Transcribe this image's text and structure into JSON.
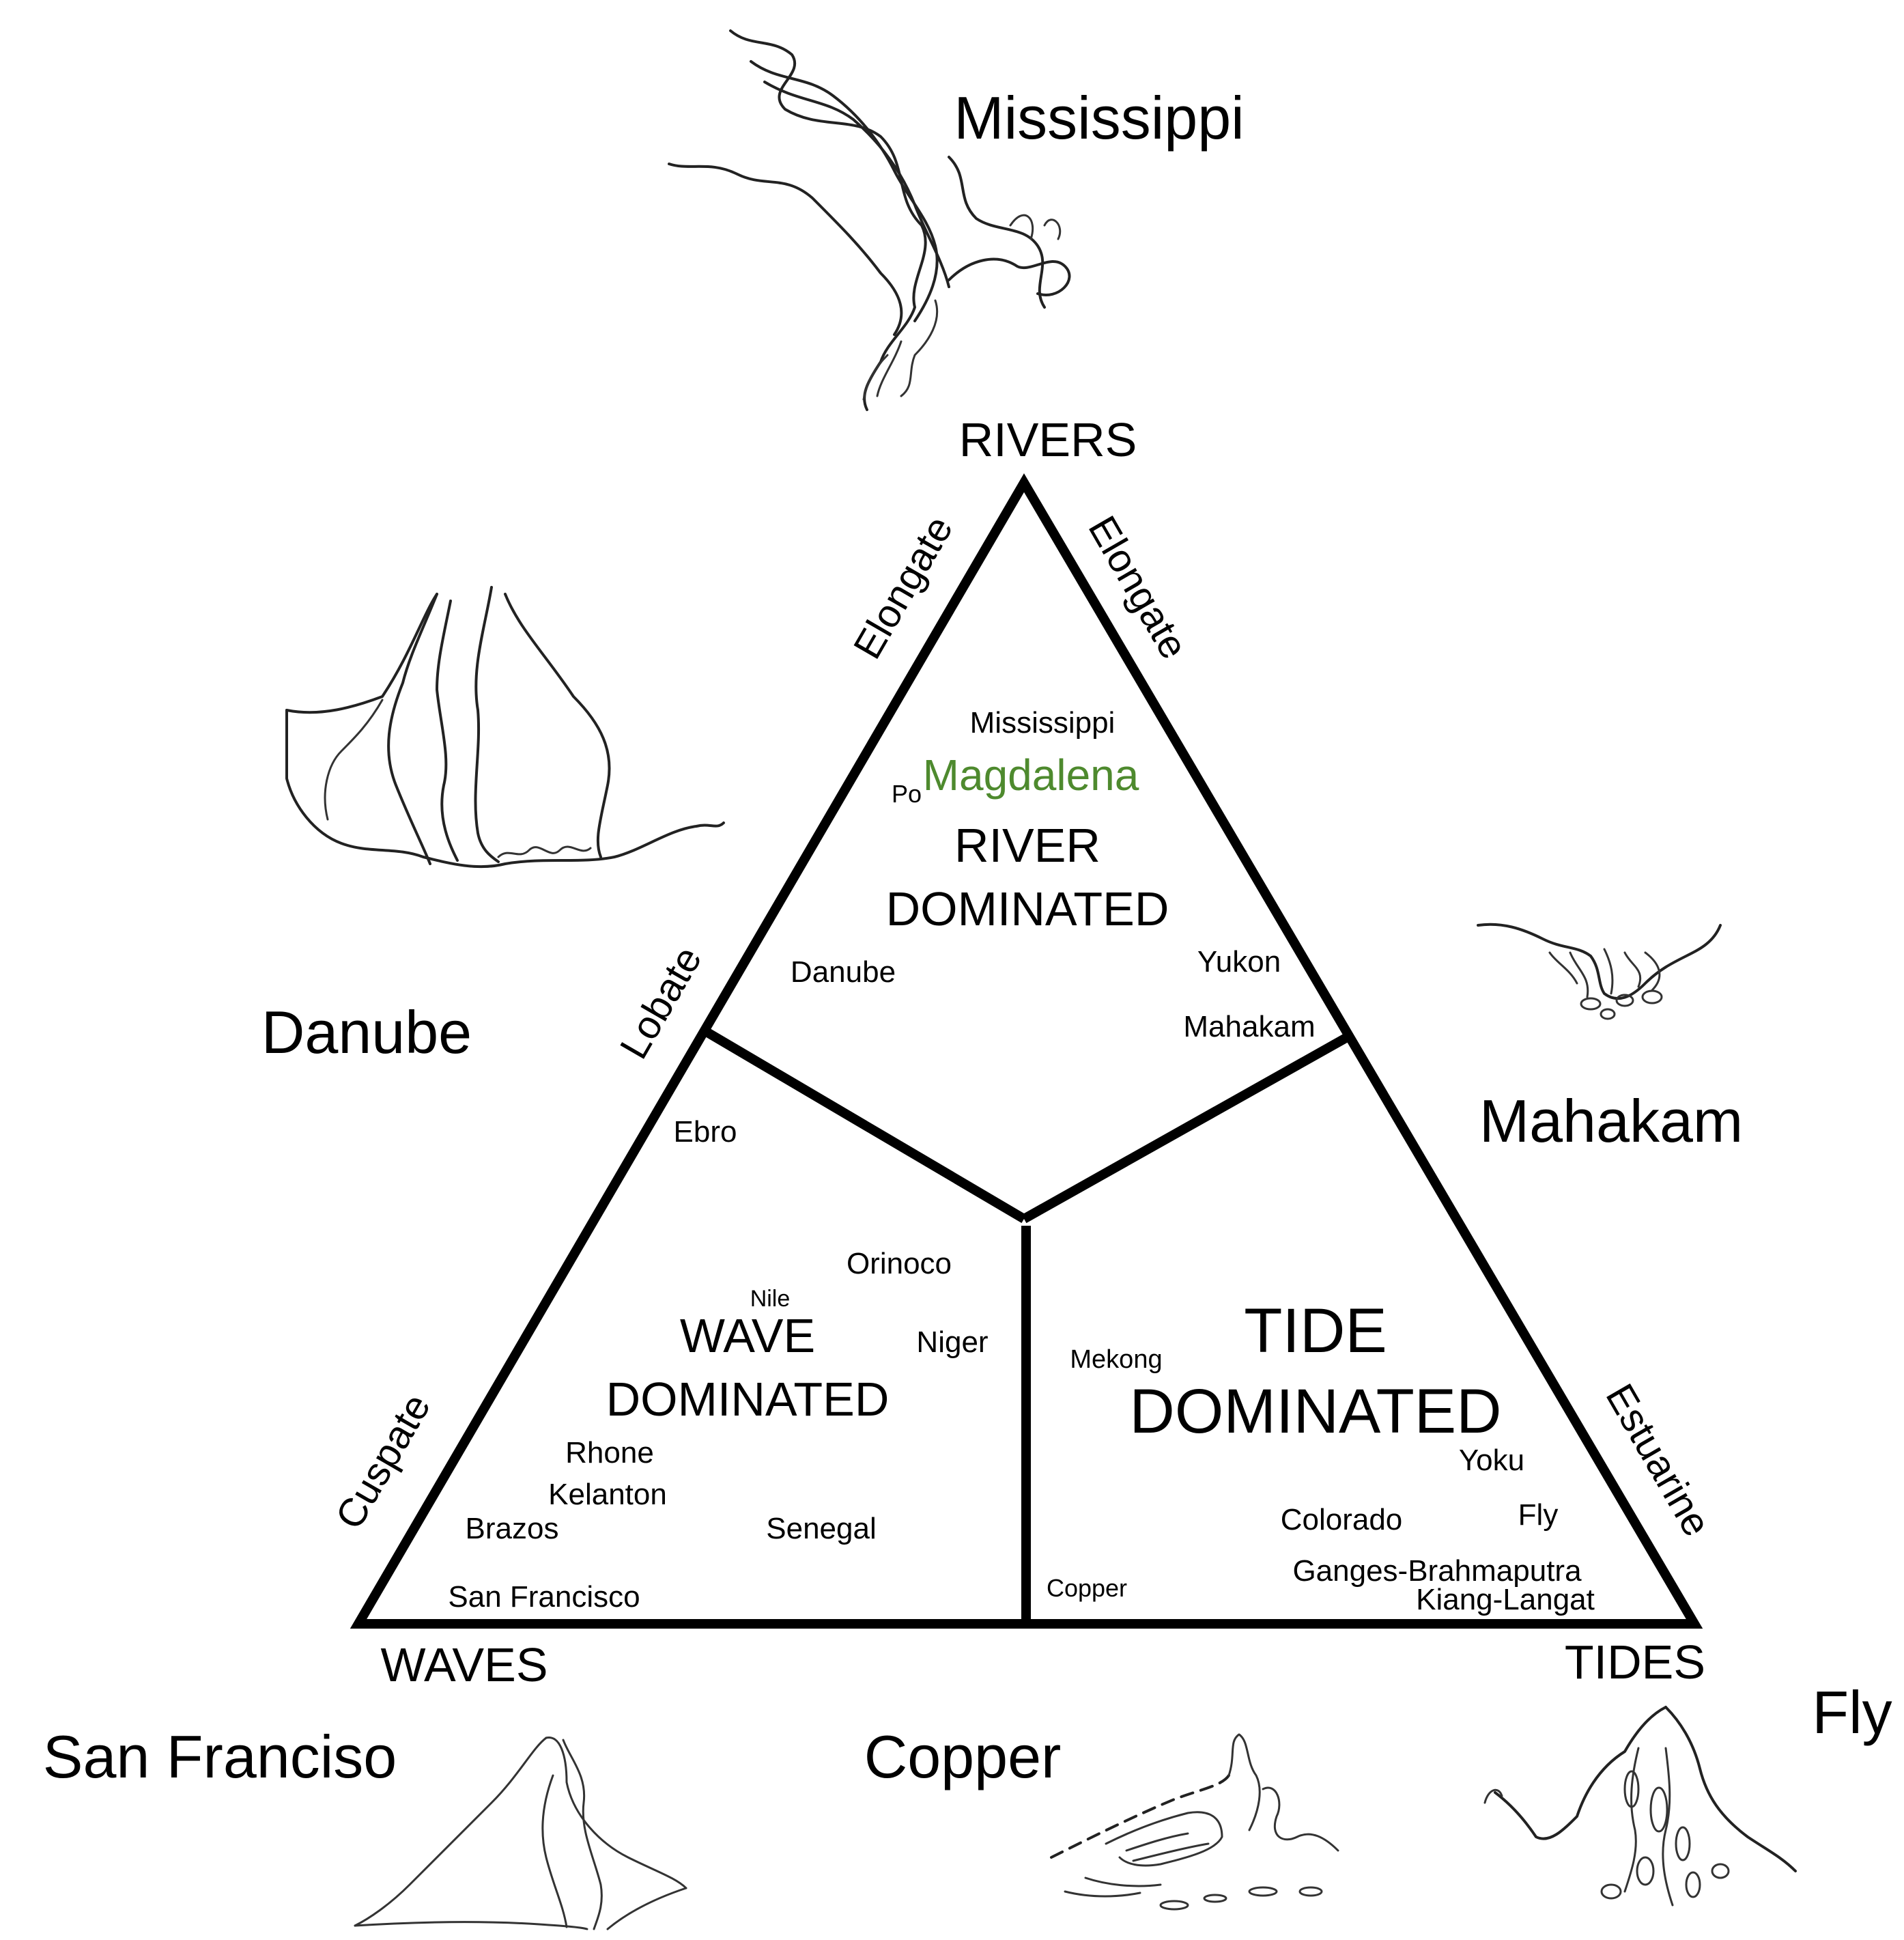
{
  "vertices": {
    "rivers": "RIVERS",
    "waves": "WAVES",
    "tides": "TIDES"
  },
  "edge_labels": {
    "left_upper": "Elongate",
    "right_upper": "Elongate",
    "left_middle": "Lobate",
    "left_lower": "Cuspate",
    "right_lower": "Estuarine"
  },
  "regions": {
    "river": [
      "RIVER",
      "DOMINATED"
    ],
    "wave": [
      "WAVE",
      "DOMINATED"
    ],
    "tide": [
      "TIDE",
      "DOMINATED"
    ]
  },
  "deltas": {
    "mississippi": "Mississippi",
    "magdalena": "Magdalena",
    "po": "Po",
    "danube": "Danube",
    "yukon": "Yukon",
    "mahakam": "Mahakam",
    "ebro": "Ebro",
    "orinoco": "Orinoco",
    "nile": "Nile",
    "niger": "Niger",
    "rhone": "Rhone",
    "kelanton": "Kelanton",
    "brazos": "Brazos",
    "senegal": "Senegal",
    "san_francisco": "San Francisco",
    "mekong": "Mekong",
    "yoku": "Yoku",
    "fly": "Fly",
    "colorado": "Colorado",
    "ganges_brahmaputra": "Ganges-Brahmaputra",
    "kiang_langat": "Kiang-Langat",
    "copper": "Copper"
  },
  "sketches": {
    "mississippi": "Mississippi",
    "danube": "Danube",
    "mahakam": "Mahakam",
    "san_franciso": "San Franciso",
    "copper": "Copper",
    "fly": "Fly"
  },
  "colors": {
    "lines": "#000000",
    "highlight": "#4e8a2e"
  }
}
